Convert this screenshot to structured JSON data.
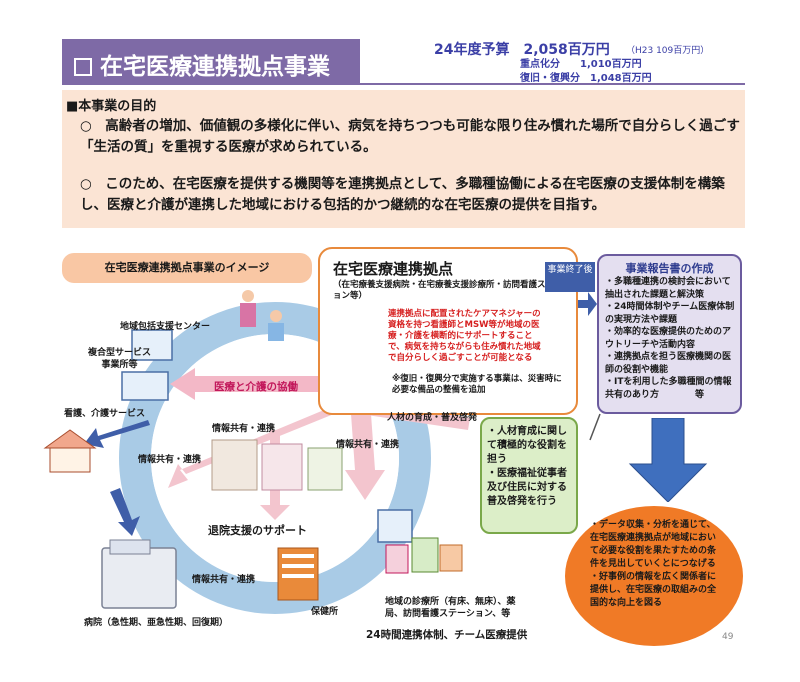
{
  "header": {
    "title": "在宅医療連携拠点事業",
    "budget_label": "24年度予算",
    "budget_value": "2,058百万円",
    "budget_prev": "（H23 109百万円）",
    "budget_sub1_label": "重点化分",
    "budget_sub1_value": "1,010百万円",
    "budget_sub2_label": "復旧・復興分",
    "budget_sub2_value": "1,048百万円"
  },
  "purpose": {
    "heading": "■本事業の目的",
    "p1": "○　高齢者の増加、価値観の多様化に伴い、病気を持ちつつも可能な限り住み慣れた場所で自分らしく過ごす「生活の質」を重視する医療が求められている。",
    "p2": "○　このため、在宅医療を提供する機関等を連携拠点として、多職種協働による在宅医療の支援体制を構築し、医療と介護が連携した地域における包括的かつ継続的な在宅医療の提供を目指す。"
  },
  "image_label": "在宅医療連携拠点事業のイメージ",
  "base": {
    "title": "在宅医療連携拠点",
    "subtitle": "（在宅療養支援病院・在宅療養支援診療所・訪問看護ステーション等）",
    "red_text": "連携拠点に配置されたケアマネジャーの資格を持つ看護師とMSW等が地域の医療・介護を横断的にサポートすることで、病気を持ちながらも住み慣れた地域で自分らしく過ごすことが可能となる",
    "note": "※復旧・復興分で実施する事業は、災害時に必要な備品の整備を追加"
  },
  "after_project": "事業終了後",
  "report": {
    "title": "事業報告書の作成",
    "items": [
      "・多職種連携の検討会において抽出された課題と解決策",
      "・24時間体制やチーム医療体制の実現方法や課題",
      "・効率的な医療提供のためのアウトリーチや活動内容",
      "・連携拠点を担う医療機関の医師の役割や機能",
      "・ITを利用した多職種間の情報共有のあり方　　　　等"
    ]
  },
  "green_box": {
    "lines": [
      "・人材育成に関して積極的な役割を担う",
      "・医療福祉従事者及び住民に対する普及啓発を行う"
    ]
  },
  "orange_circle": {
    "lines": [
      "・データ収集・分析を通じて、在宅医療連携拠点が地域において必要な役割を果たすための条件を見出していくとにつなげる",
      "・好事例の情報を広く関係者に提供し、在宅医療の取組みの全国的な向上を図る"
    ]
  },
  "diagram": {
    "center_support": "地域包括支援センター",
    "day_service_1": "複合型サービス",
    "day_service_2": "事業所等",
    "nursing": "看護、介護サービス",
    "cooperation": "医療と介護の協働",
    "share": "情報共有・連携",
    "human_resources": "人材の育成・普及啓発",
    "discharge": "退院支援のサポート",
    "return": "退院",
    "hospital": "病院（急性期、亜急性期、回復期）",
    "health_center": "保健所",
    "clinic_1": "地域の診療所（有床、無床）、薬",
    "clinic_2": "局、訪問看護ステーション、等",
    "system_24h": "24時間連携体制、チーム医療提供"
  },
  "page_number": "49",
  "colors": {
    "title_bg": "#7e6aa6",
    "purpose_bg": "#fbe4d4",
    "base_border": "#e88a3c",
    "report_bg": "#e4dff0",
    "green_bg": "#dceec8",
    "orange": "#f07a26",
    "arrow_blue": "#3f5ea8"
  }
}
